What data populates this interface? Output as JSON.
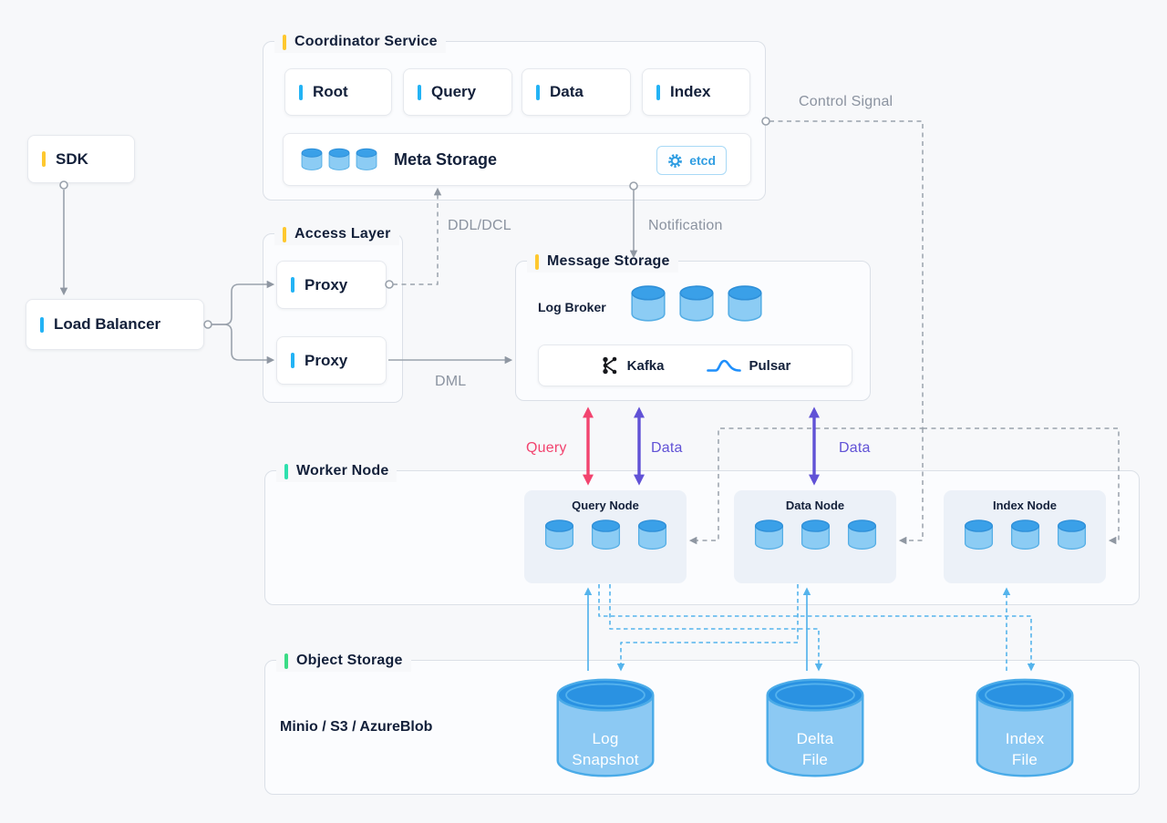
{
  "diagram": {
    "coordinator": {
      "title": "Coordinator Service",
      "nodes": [
        {
          "label": "Root"
        },
        {
          "label": "Query"
        },
        {
          "label": "Data"
        },
        {
          "label": "Index"
        }
      ],
      "meta_storage": {
        "label": "Meta Storage",
        "badge": "etcd"
      }
    },
    "sdk": {
      "label": "SDK"
    },
    "load_balancer": {
      "label": "Load Balancer"
    },
    "access_layer": {
      "title": "Access Layer",
      "proxies": [
        {
          "label": "Proxy"
        },
        {
          "label": "Proxy"
        }
      ]
    },
    "message_storage": {
      "title": "Message Storage",
      "log_broker_label": "Log Broker",
      "engines": [
        {
          "label": "Kafka"
        },
        {
          "label": "Pulsar"
        }
      ]
    },
    "worker": {
      "title": "Worker Node",
      "nodes": [
        {
          "label": "Query Node"
        },
        {
          "label": "Data Node"
        },
        {
          "label": "Index Node"
        }
      ]
    },
    "object_storage": {
      "title": "Object Storage",
      "providers": "Minio / S3 / AzureBlob",
      "cylinders": [
        {
          "line1": "Log",
          "line2": "Snapshot"
        },
        {
          "line1": "Delta",
          "line2": "File"
        },
        {
          "line1": "Index",
          "line2": "File"
        }
      ]
    },
    "edge_labels": {
      "control_signal": "Control Signal",
      "ddl_dcl": "DDL/DCL",
      "notification": "Notification",
      "dml": "DML",
      "query": "Query",
      "data_left": "Data",
      "data_right": "Data"
    },
    "colors": {
      "accent_yellow": "#fec82f",
      "accent_blue": "#23b3f5",
      "accent_mint": "#2fe0ae",
      "accent_green": "#3bdc86",
      "arrow_query": "#f2446f",
      "arrow_data": "#6152d6",
      "storage_blue": "#55b4ec",
      "line_gray": "#9aa2ac",
      "etcd_blue": "#2f9de2"
    }
  }
}
